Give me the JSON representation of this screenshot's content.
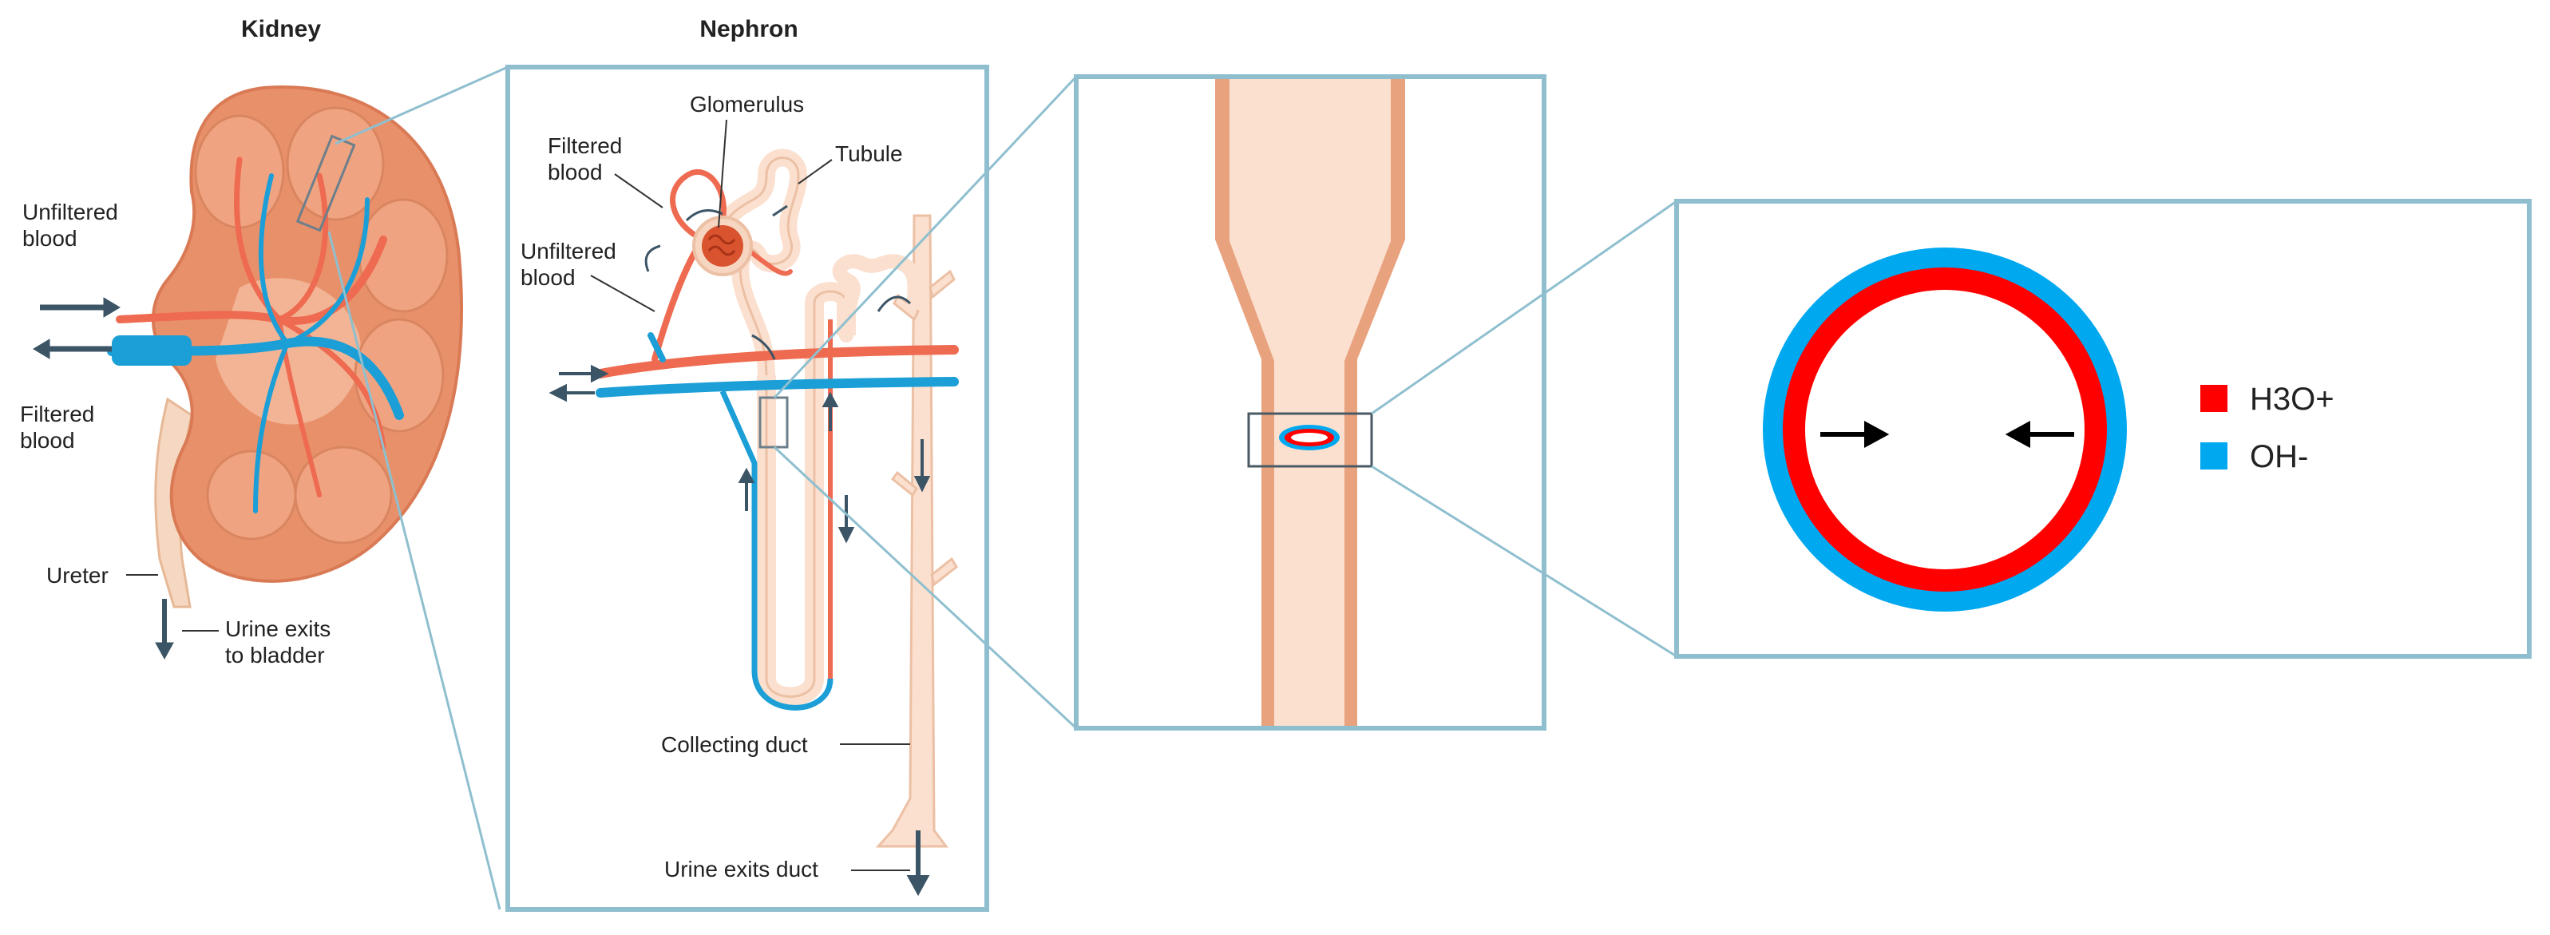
{
  "titles": {
    "kidney": "Kidney",
    "nephron": "Nephron"
  },
  "kidney_labels": {
    "unfiltered_blood_1": "Unfiltered",
    "unfiltered_blood_2": "blood",
    "filtered_blood_1": "Filtered",
    "filtered_blood_2": "blood",
    "ureter": "Ureter",
    "urine_exits_1": "Urine exits",
    "urine_exits_2": "to bladder"
  },
  "nephron_labels": {
    "glomerulus": "Glomerulus",
    "tubule": "Tubule",
    "filtered_blood_1": "Filtered",
    "filtered_blood_2": "blood",
    "unfiltered_blood_1": "Unfiltered",
    "unfiltered_blood_2": "blood",
    "collecting_duct": "Collecting duct",
    "urine_exits_duct": "Urine exits duct"
  },
  "legend": [
    {
      "label": "H3O+",
      "color": "#ff0000"
    },
    {
      "label": "OH-",
      "color": "#00a8f0"
    }
  ],
  "colors": {
    "panel_border": "#8fbfcf",
    "kidney_tissue": "#e8906a",
    "kidney_light": "#f3b89a",
    "vein_blue": "#1b9fd6",
    "artery_red": "#ee6a50",
    "tubule_fill": "#fbe0cf",
    "tube_wall": "#e8a27e",
    "arrow_dark": "#3c5566"
  }
}
